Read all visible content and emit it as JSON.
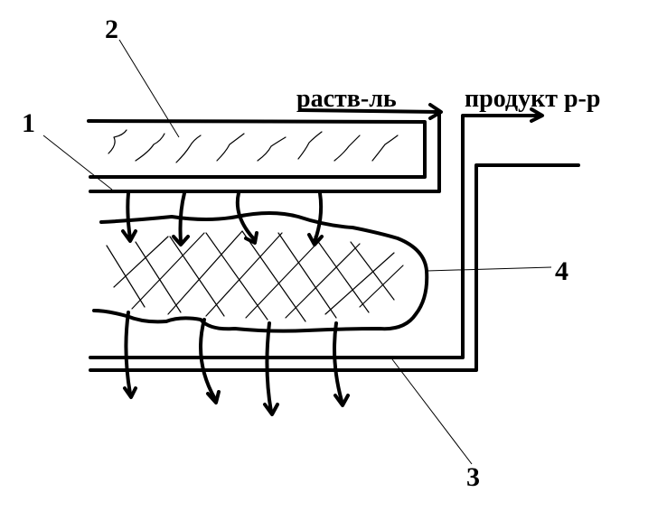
{
  "labels": {
    "n1": "1",
    "n2": "2",
    "n3": "3",
    "n4": "4",
    "solvent": "раств-ль",
    "product": "продукт р-р"
  },
  "colors": {
    "ink": "#000000",
    "background": "#ffffff"
  }
}
